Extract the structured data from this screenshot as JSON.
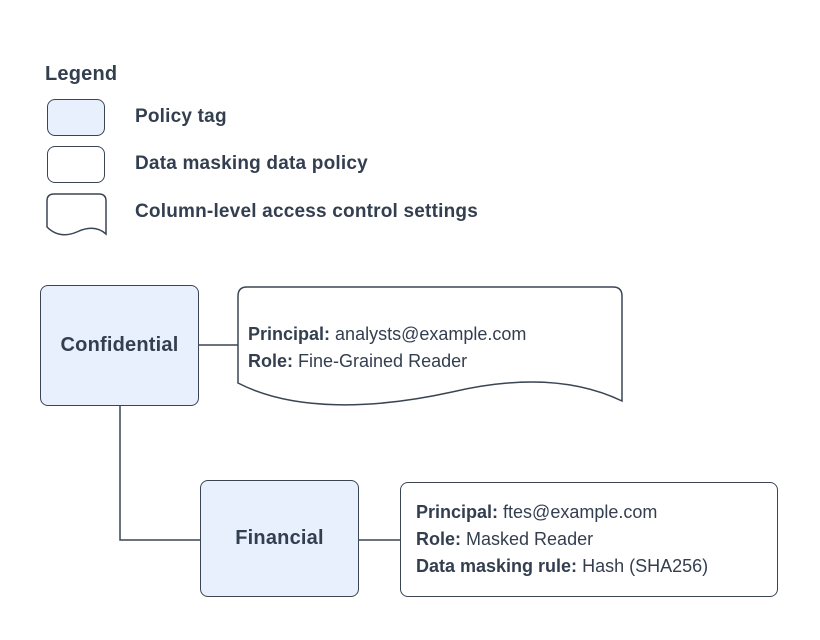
{
  "colors": {
    "background": "#ffffff",
    "policy_tag_fill": "#e8f0fe",
    "stroke": "#3a4553",
    "text": "#333e4f"
  },
  "legend": {
    "title": "Legend",
    "items": [
      {
        "shape": "policy-tag-swatch",
        "label": "Policy tag"
      },
      {
        "shape": "data-policy-swatch",
        "label": "Data masking data policy"
      },
      {
        "shape": "document-swatch",
        "label": "Column-level access control settings"
      }
    ]
  },
  "diagram": {
    "nodes": {
      "confidential": {
        "label": "Confidential"
      },
      "financial": {
        "label": "Financial"
      },
      "access_settings": {
        "lines": [
          {
            "label": "Principal:",
            "value": "analysts@example.com"
          },
          {
            "label": "Role:",
            "value": "Fine-Grained Reader"
          }
        ]
      },
      "masking_policy": {
        "lines": [
          {
            "label": "Principal:",
            "value": "ftes@example.com"
          },
          {
            "label": "Role:",
            "value": "Masked Reader"
          },
          {
            "label": "Data masking rule:",
            "value": "Hash (SHA256)"
          }
        ]
      }
    }
  }
}
